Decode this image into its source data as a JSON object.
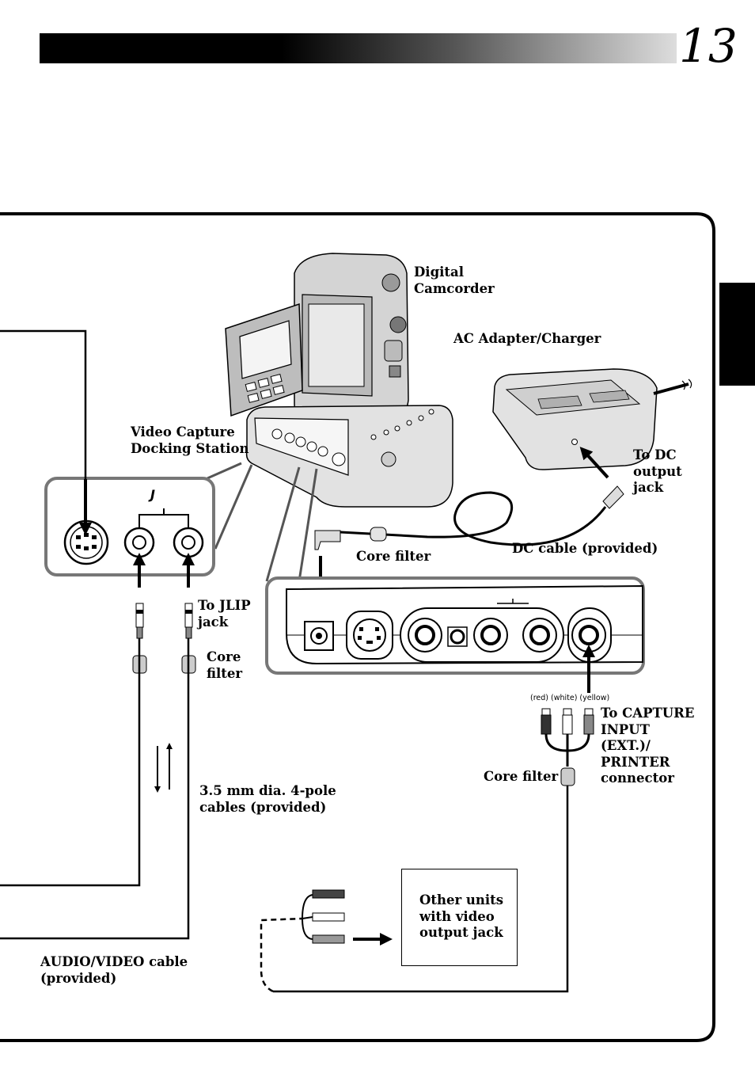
{
  "page": {
    "number": "13"
  },
  "labels": {
    "digital_camcorder": "Digital\nCamcorder",
    "ac_adapter": "AC Adapter/Charger",
    "video_capture_docking_station": "Video Capture\nDocking Station",
    "to_dc_output_jack": "To DC\noutput\njack",
    "dc_cable": "DC cable (provided)",
    "core_filter_dc": "Core filter",
    "to_jlip_jack": "To JLIP\njack",
    "core_filter_jlip": "Core\nfilter",
    "pole_cables": "3.5 mm dia. 4-pole\ncables (provided)",
    "to_capture_input": "To CAPTURE\nINPUT\n(EXT.)/\nPRINTER\nconnector",
    "core_filter_av": "Core filter",
    "plug_colors": "(red) (white) (yellow)",
    "other_units": "Other units\nwith video\noutput jack",
    "av_cable": "AUDIO/VIDEO cable\n(provided)",
    "jlip_symbol": "J"
  },
  "icons": {
    "jlip": "jlip-icon",
    "camcorder": "camcorder-icon",
    "docking_station": "docking-station-icon",
    "ac_adapter": "ac-adapter-icon"
  }
}
